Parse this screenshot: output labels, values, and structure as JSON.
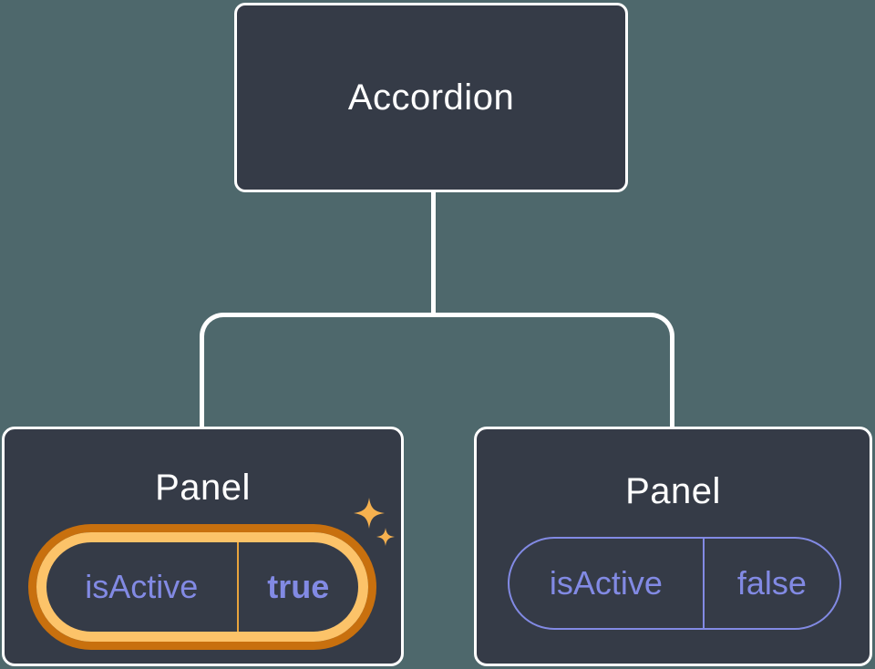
{
  "diagram": {
    "root": {
      "label": "Accordion"
    },
    "panels": [
      {
        "title": "Panel",
        "state_key": "isActive",
        "state_value": "true",
        "highlighted": true
      },
      {
        "title": "Panel",
        "state_key": "isActive",
        "state_value": "false",
        "highlighted": false
      }
    ]
  },
  "colors": {
    "background": "#4e686c",
    "node_fill": "#353b47",
    "node_border": "#ffffff",
    "state_purple": "#828ae4",
    "highlight_ring_outer": "#c8700e",
    "highlight_ring_inner": "#fcc369",
    "highlight_divider": "#e9a43c",
    "sparkle": "#f6b14f"
  }
}
